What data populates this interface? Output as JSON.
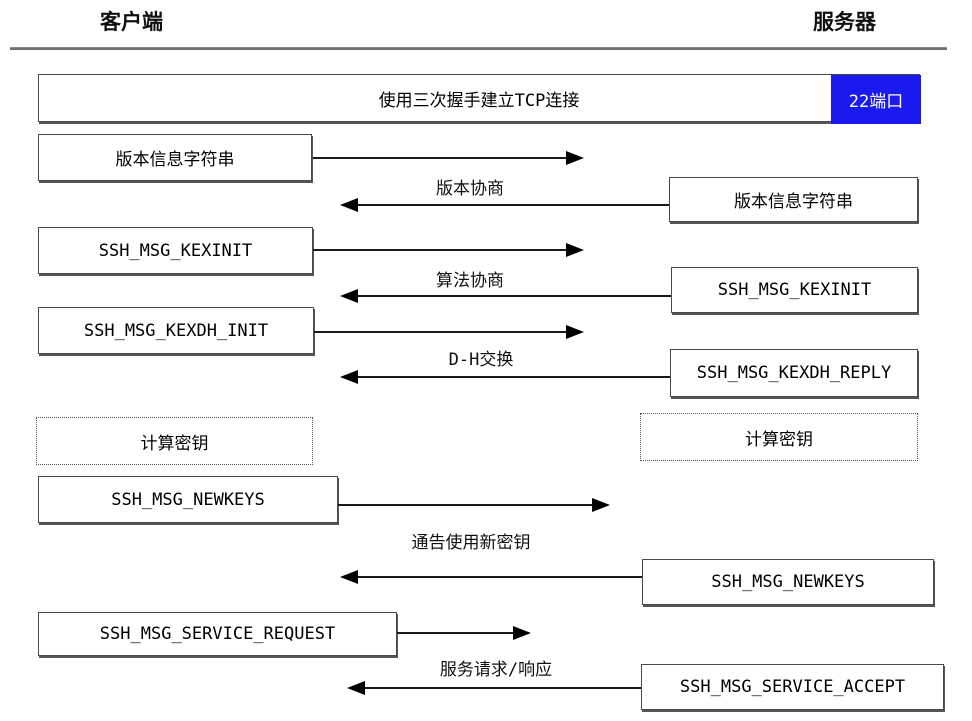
{
  "diagram": {
    "title_client": "客户端",
    "title_server": "服务器",
    "tcp_bar": {
      "label": "使用三次握手建立TCP连接",
      "port_label": "22端口",
      "port_bg_color": "#1a1af0",
      "port_text_color": "#ffffff"
    },
    "client_boxes": [
      "版本信息字符串",
      "SSH_MSG_KEXINIT",
      "SSH_MSG_KEXDH_INIT",
      "计算密钥",
      "SSH_MSG_NEWKEYS",
      "SSH_MSG_SERVICE_REQUEST"
    ],
    "server_boxes": [
      "版本信息字符串",
      "SSH_MSG_KEXINIT",
      "SSH_MSG_KEXDH_REPLY",
      "计算密钥",
      "SSH_MSG_NEWKEYS",
      "SSH_MSG_SERVICE_ACCEPT"
    ],
    "phase_labels": [
      "版本协商",
      "算法协商",
      "D-H交换",
      "通告使用新密钥",
      "服务请求/响应"
    ]
  }
}
